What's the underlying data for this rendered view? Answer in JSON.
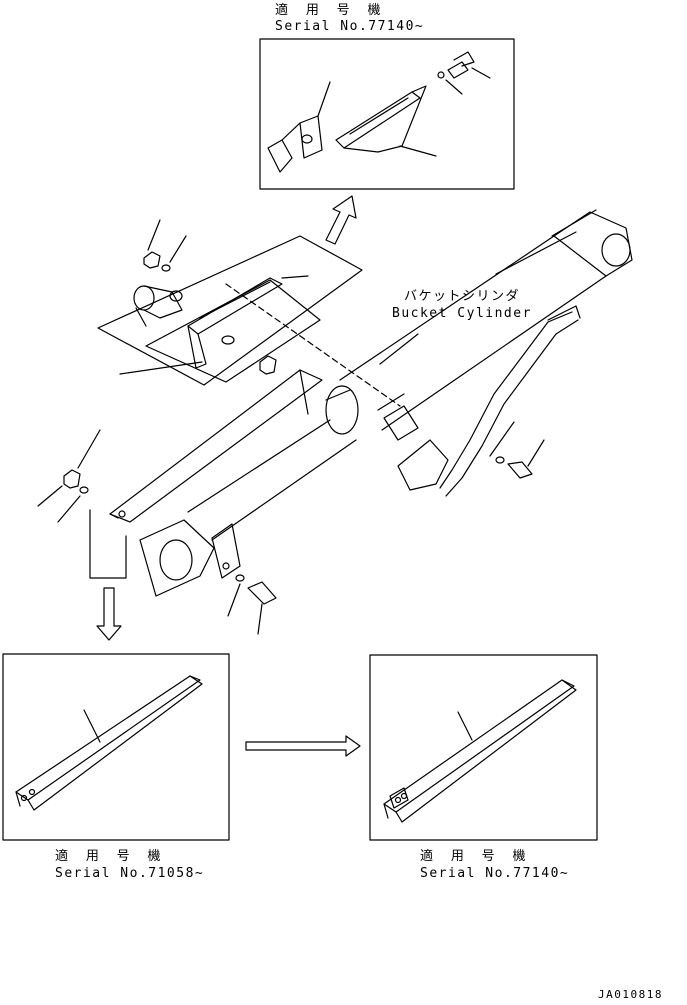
{
  "top_inset": {
    "applicable_label": "適 用 号 機",
    "serial_label": "Serial No.77140~"
  },
  "cylinder": {
    "name_jp": "バケットシリンダ",
    "name_en": "Bucket Cylinder"
  },
  "bottom_left_inset": {
    "applicable_label": "適 用 号 機",
    "serial_label": "Serial No.71058~"
  },
  "bottom_right_inset": {
    "applicable_label": "適 用 号 機",
    "serial_label": "Serial No.77140~"
  },
  "drawing_code": "JA010818"
}
